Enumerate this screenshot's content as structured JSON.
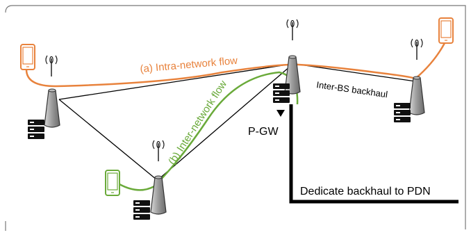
{
  "labels": {
    "intra_flow": "(a) Intra-network flow",
    "inter_flow": "(b) Inter-network flow",
    "interbs_backhaul": "Inter-BS backhaul",
    "pgw": "P-GW",
    "dedicated_backhaul": "Dedicate backhaul to PDN"
  },
  "colors": {
    "intra_flow": "#e8823c",
    "inter_flow": "#6aaa3a",
    "backhaul": "#000000",
    "tower_fill": "#999999",
    "frame": "#777777"
  },
  "icons": {
    "antenna": "antenna-icon",
    "server": "server-rack-icon",
    "phone": "smartphone-icon"
  }
}
